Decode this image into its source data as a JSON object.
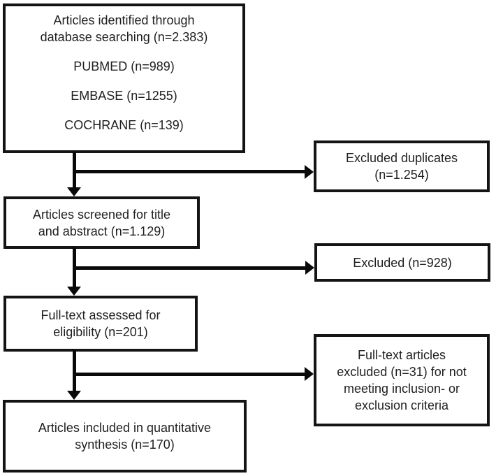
{
  "flowchart": {
    "type": "prisma-flow-diagram",
    "colors": {
      "background": "#ffffff",
      "box_border": "#141414",
      "text": "#1f1f1f",
      "arrow": "#0a0a0a"
    },
    "nodes": {
      "identified": {
        "lines": [
          "Articles identified through",
          "database searching (n=2.383)"
        ],
        "sources": [
          "PUBMED (n=989)",
          "EMBASE (n=1255)",
          "COCHRANE (n=139)"
        ]
      },
      "excluded_duplicates": {
        "lines": [
          "Excluded duplicates",
          "(n=1.254)"
        ]
      },
      "screened": {
        "lines": [
          "Articles screened for title",
          "and abstract (n=1.129)"
        ]
      },
      "excluded_screening": {
        "lines": [
          "Excluded (n=928)"
        ]
      },
      "fulltext": {
        "lines": [
          "Full-text assessed for",
          "eligibility (n=201)"
        ]
      },
      "fulltext_excluded": {
        "lines": [
          "Full-text articles",
          "excluded (n=31) for not",
          "meeting inclusion- or",
          "exclusion criteria"
        ]
      },
      "included": {
        "lines": [
          "Articles included in quantitative",
          "synthesis (n=170)"
        ]
      }
    },
    "edges": [
      {
        "from": "identified",
        "to": "screened",
        "type": "down"
      },
      {
        "from": "identified",
        "to": "excluded_duplicates",
        "type": "branch-right"
      },
      {
        "from": "screened",
        "to": "fulltext",
        "type": "down"
      },
      {
        "from": "screened",
        "to": "excluded_screening",
        "type": "branch-right"
      },
      {
        "from": "fulltext",
        "to": "included",
        "type": "down"
      },
      {
        "from": "fulltext",
        "to": "fulltext_excluded",
        "type": "branch-right"
      }
    ]
  }
}
